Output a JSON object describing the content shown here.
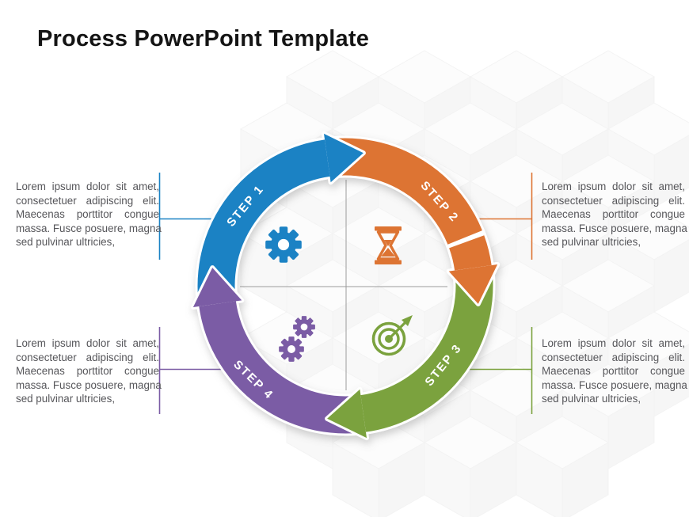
{
  "slide": {
    "title": "Process PowerPoint Template"
  },
  "diagram": {
    "type": "cycle",
    "direction": "clockwise",
    "steps": [
      {
        "label": "STEP 1",
        "color": "#1b82c4",
        "icon": "gear-icon"
      },
      {
        "label": "STEP 2",
        "color": "#dd7433",
        "icon": "hourglass-icon"
      },
      {
        "label": "STEP 3",
        "color": "#7ba23e",
        "icon": "target-icon"
      },
      {
        "label": "STEP 4",
        "color": "#7b5ca5",
        "icon": "double-gears-icon"
      }
    ]
  },
  "text_blocks": [
    {
      "position": "top-left",
      "lines": [
        "Lorem ipsum dolor sit amet,",
        "consectetuer adipiscing elit.",
        "Maecenas porttitor congue",
        "massa. Fusce posuere, magna",
        "sed pulvinar ultricies,"
      ]
    },
    {
      "position": "top-right",
      "lines": [
        "Lorem ipsum dolor sit amet,",
        "consectetuer adipiscing elit.",
        "Maecenas porttitor congue",
        "massa. Fusce posuere, magna",
        "sed pulvinar ultricies,"
      ]
    },
    {
      "position": "bottom-left",
      "lines": [
        "Lorem ipsum dolor sit amet,",
        "consectetuer adipiscing elit.",
        "Maecenas porttitor congue",
        "massa. Fusce posuere, magna",
        "sed pulvinar ultricies,"
      ]
    },
    {
      "position": "bottom-right",
      "lines": [
        "Lorem ipsum dolor sit amet,",
        "consectetuer adipiscing elit.",
        "Maecenas porttitor congue",
        "massa. Fusce posuere, magna",
        "sed pulvinar ultricies,"
      ]
    }
  ],
  "colors": {
    "background": "#ffffff",
    "title_text": "#141414",
    "body_text": "#56565a",
    "step_label_text": "#ffffff",
    "crosshair": "#9b9b9b",
    "arrow_outline": "#ffffff"
  }
}
